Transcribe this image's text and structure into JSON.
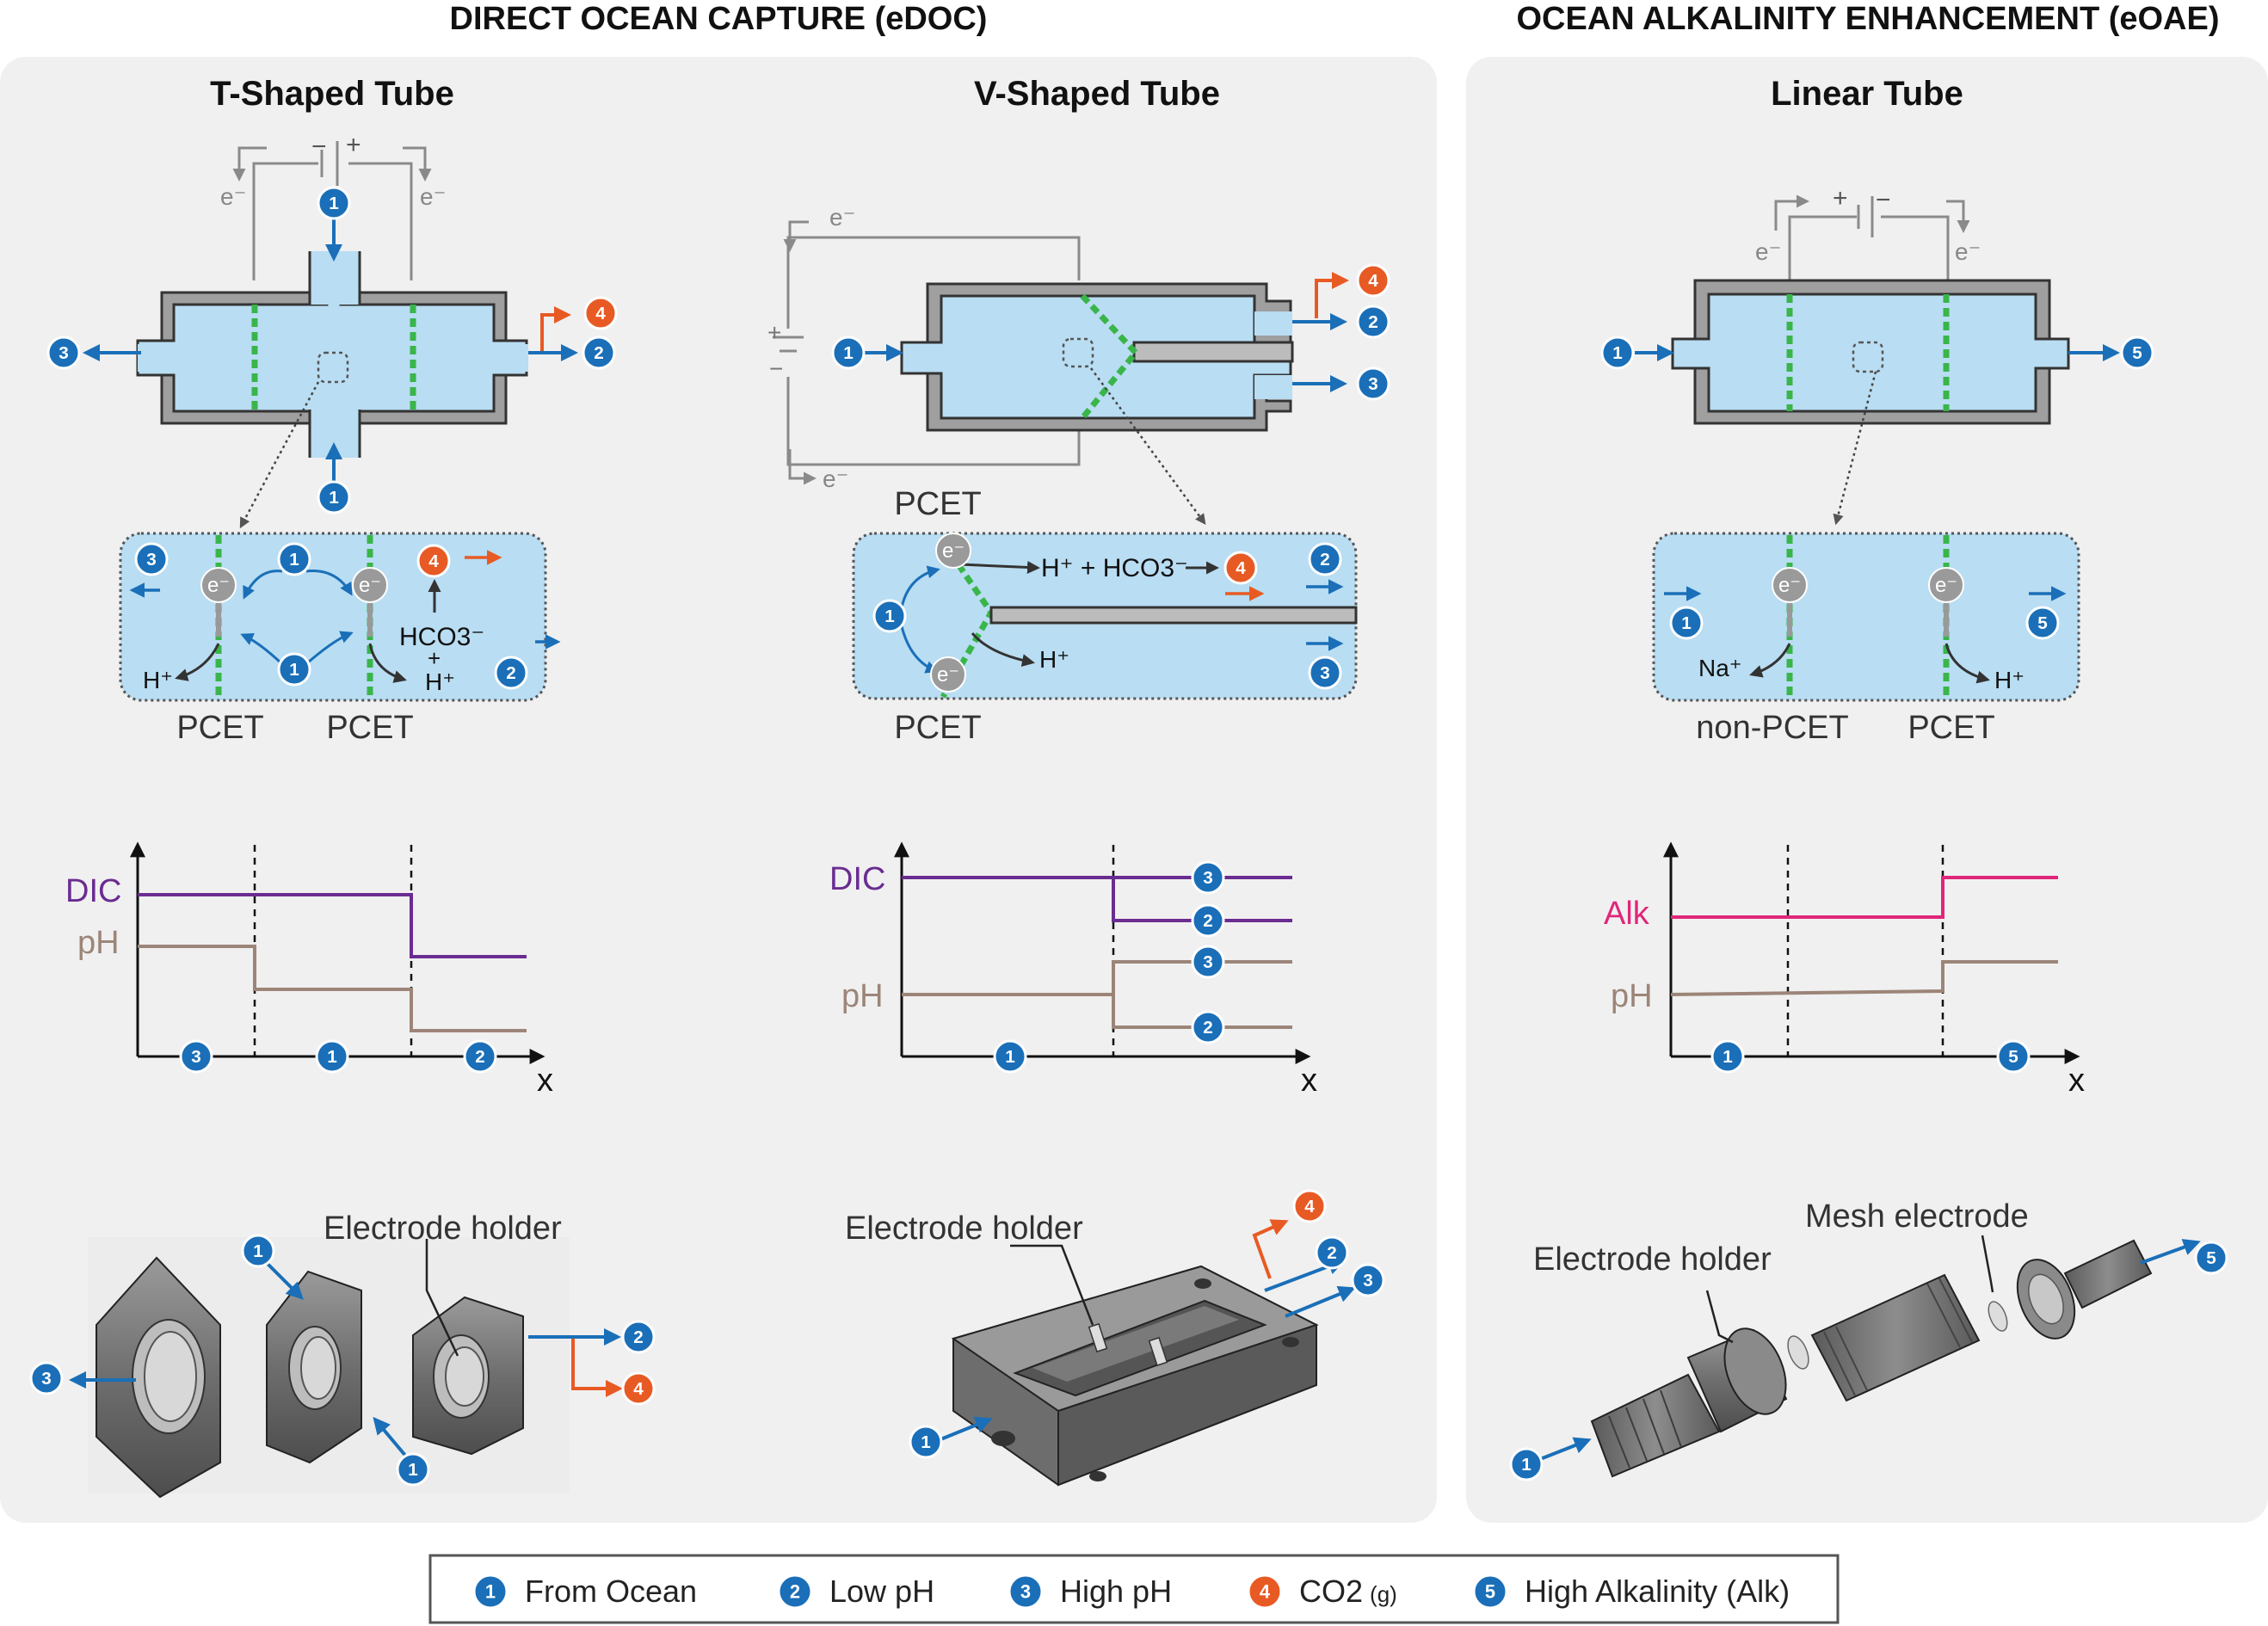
{
  "headers": {
    "edoc": "DIRECT OCEAN CAPTURE (eDOC)",
    "eoae": "OCEAN ALKALINITY ENHANCEMENT (eOAE)"
  },
  "titles": {
    "t_tube": "T-Shaped Tube",
    "v_tube": "V-Shaped Tube",
    "linear_tube": "Linear Tube"
  },
  "labels": {
    "electron": "e⁻",
    "plus": "+",
    "minus": "−",
    "pcet": "PCET",
    "non_pcet": "non-PCET",
    "hco3": "HCO3⁻",
    "h_plus": "H⁺",
    "na_plus": "Na⁺",
    "h_hco3": "H⁺ + HCO3⁻",
    "dic": "DIC",
    "ph": "pH",
    "alk": "Alk",
    "x": "x",
    "electrode_holder": "Electrode holder",
    "mesh_electrode": "Mesh electrode"
  },
  "legend": {
    "items": [
      {
        "num": "1",
        "label": "From Ocean",
        "color": "#1a6fb8"
      },
      {
        "num": "2",
        "label": "Low pH",
        "color": "#1a6fb8"
      },
      {
        "num": "3",
        "label": "High pH",
        "color": "#1a6fb8"
      },
      {
        "num": "4",
        "label": "CO2",
        "sub": "(g)",
        "color": "#e85a24"
      },
      {
        "num": "5",
        "label": "High Alkalinity (Alk)",
        "color": "#1a6fb8"
      }
    ]
  },
  "colors": {
    "stream_blue": "#1a6fb8",
    "co2_orange": "#e85a24",
    "water": "#b9ddf2",
    "membrane": "#39b54a",
    "dic_purple": "#6a2c91",
    "ph_brown": "#9c8578",
    "alk_pink": "#e0267a",
    "panel_bg": "#f0f0f0"
  }
}
